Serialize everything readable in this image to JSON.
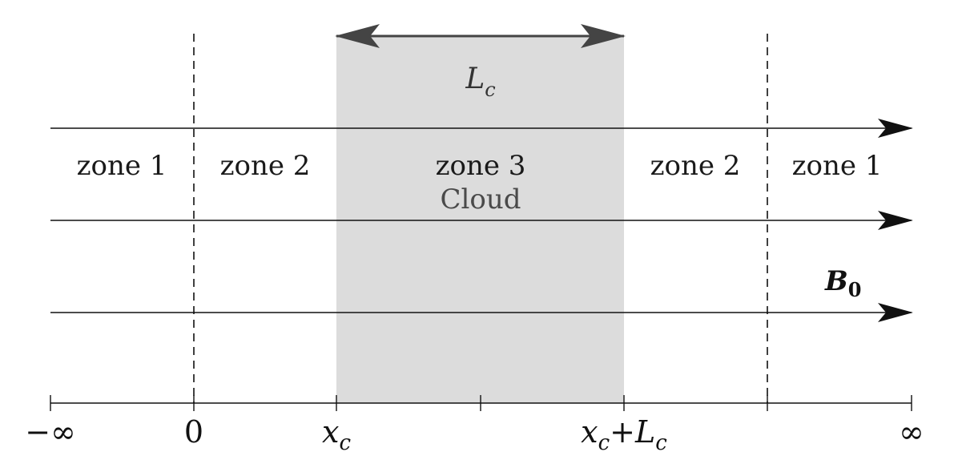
{
  "diagram": {
    "length_label": {
      "base": "L",
      "sub": "c"
    },
    "zones": [
      {
        "text": "zone 1"
      },
      {
        "text": "zone 2"
      },
      {
        "text": "zone 3"
      },
      {
        "text": "zone 2"
      },
      {
        "text": "zone 1"
      }
    ],
    "cloud_label": "Cloud",
    "field_label": {
      "base": "B",
      "sub": "0"
    },
    "axis": {
      "minus_infinity": "−∞",
      "zero": "0",
      "xc": {
        "base": "x",
        "sub": "c"
      },
      "xc_plus_lc": {
        "base": "x",
        "sub": "c",
        "plus": "+",
        "base2": "L",
        "sub2": "c"
      },
      "infinity": "∞"
    },
    "colors": {
      "cloud_fill": "#dcdcdc",
      "lines": "#111111",
      "length_arrow": "#444444"
    }
  }
}
